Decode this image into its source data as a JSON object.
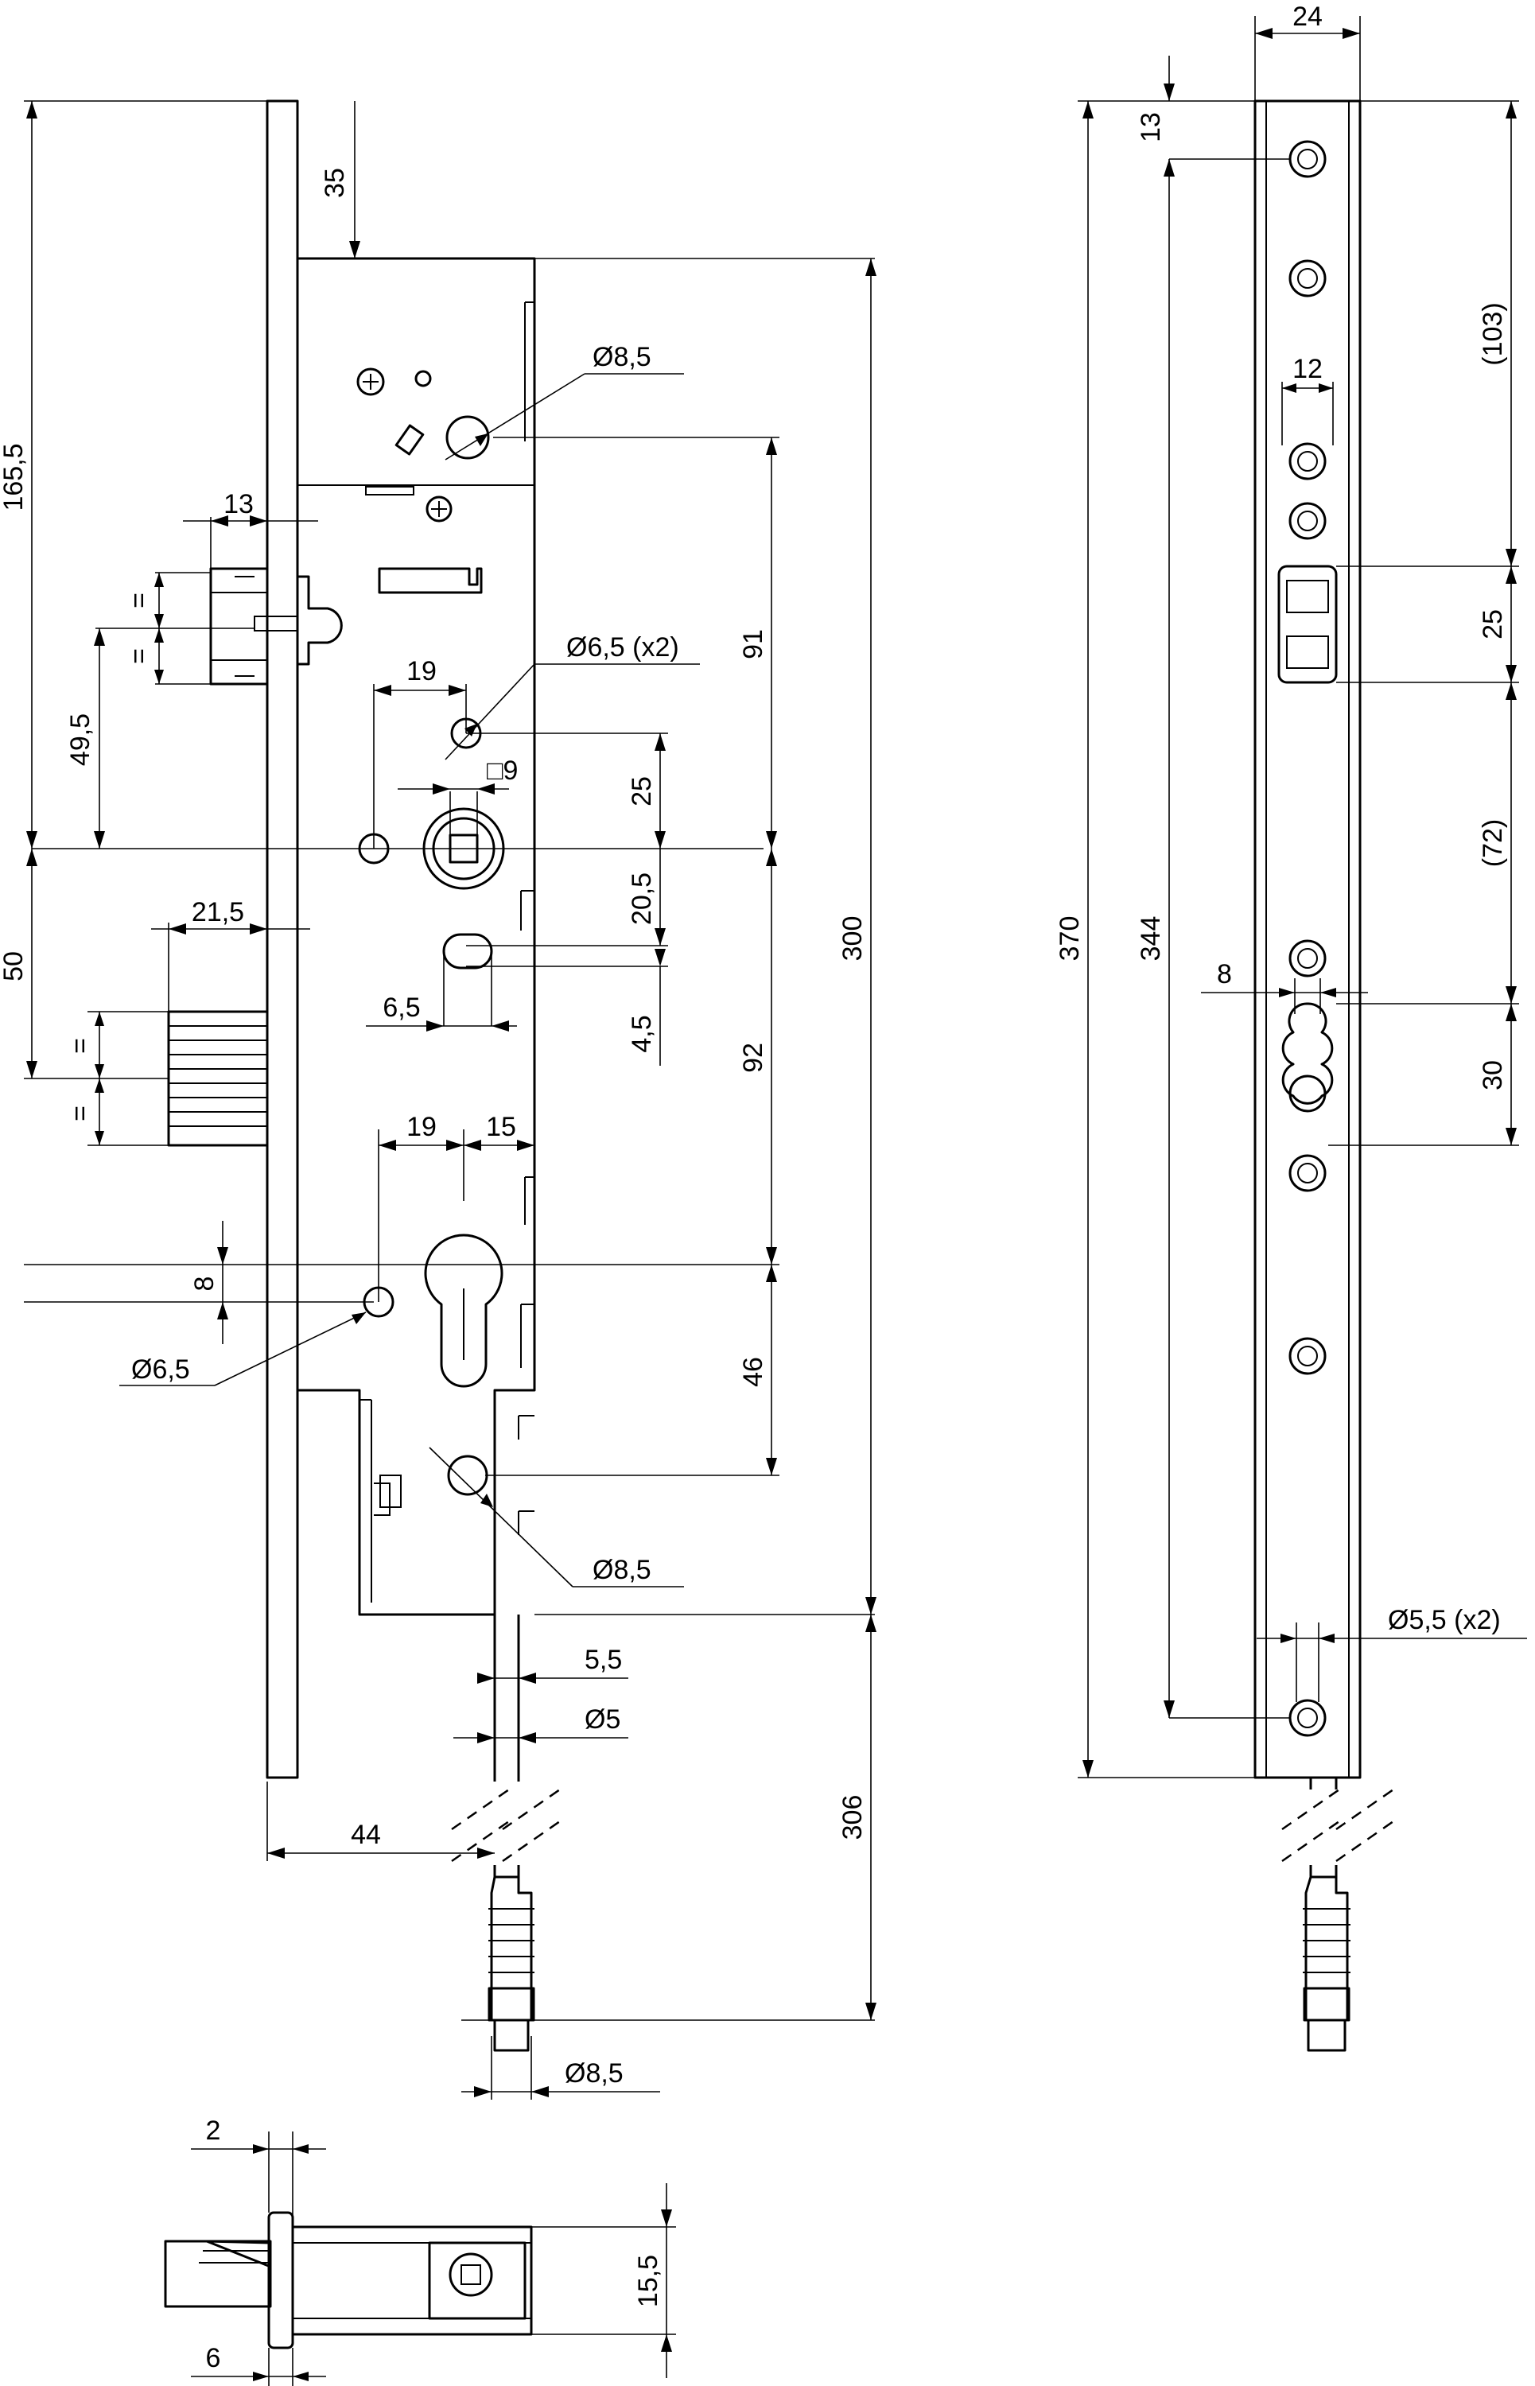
{
  "front_view": {
    "dims": {
      "d_8_5_top": "Ø8,5",
      "d_6_5_x2": "Ø6,5 (x2)",
      "d_6_5": "Ø6,5",
      "d_8_5_bottom": "Ø8,5",
      "d_5": "Ø5",
      "d_8_5_cable": "Ø8,5",
      "v_165_5": "165,5",
      "v_35": "35",
      "h_13": "13",
      "eq_1": "=",
      "eq_2": "=",
      "v_49_5": "49,5",
      "v_50": "50",
      "eq_3": "=",
      "eq_4": "=",
      "h_21_5": "21,5",
      "h_19_top": "19",
      "sq_9": "□9",
      "v_25": "25",
      "v_20_5": "20,5",
      "h_6_5": "6,5",
      "v_4_5": "4,5",
      "v_91": "91",
      "v_92": "92",
      "v_300": "300",
      "h_19_bottom": "19",
      "h_15": "15",
      "v_8": "8",
      "v_46": "46",
      "h_5_5": "5,5",
      "v_306": "306",
      "h_44": "44"
    }
  },
  "side_view": {
    "dims": {
      "h_24": "24",
      "v_13": "13",
      "v_103": "(103)",
      "h_12": "12",
      "v_25": "25",
      "v_72": "(72)",
      "v_370": "370",
      "v_344": "344",
      "h_8": "8",
      "v_30": "30",
      "d_5_5_x2": "Ø5,5 (x2)"
    }
  },
  "top_view": {
    "dims": {
      "h_2": "2",
      "v_15_5": "15,5",
      "h_6": "6"
    }
  }
}
